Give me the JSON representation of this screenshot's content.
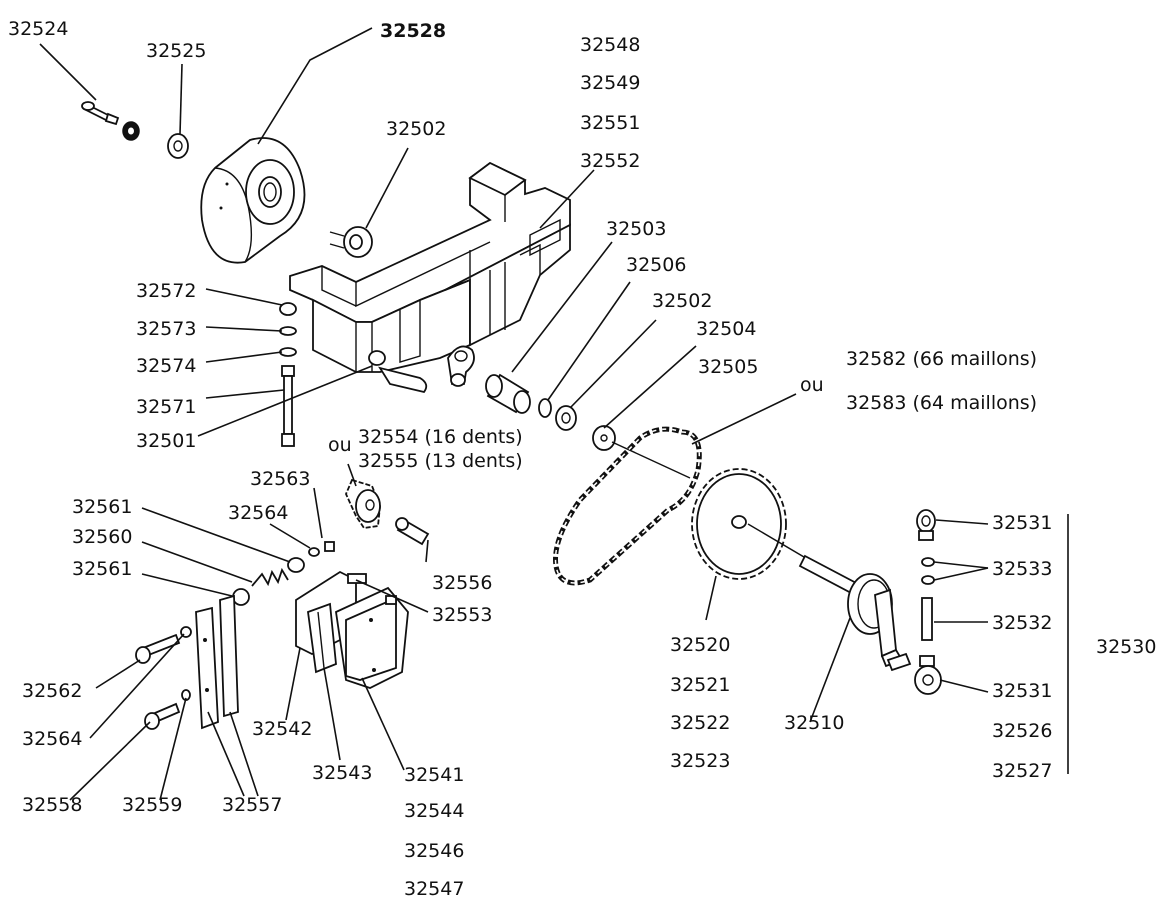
{
  "labels": {
    "l32524": "32524",
    "l32525": "32525",
    "l32528": "32528",
    "l32548": "32548",
    "l32549": "32549",
    "l32551": "32551",
    "l32552": "32552",
    "l32502a": "32502",
    "l32503": "32503",
    "l32506": "32506",
    "l32502b": "32502",
    "l32504": "32504",
    "l32505": "32505",
    "l32572": "32572",
    "l32573": "32573",
    "l32574": "32574",
    "l32571": "32571",
    "l32501": "32501",
    "ou1": "ou",
    "l32554": "32554 (16 dents)",
    "l32555": "32555 (13 dents)",
    "ou2": "ou",
    "l32582": "32582 (66 maillons)",
    "l32583": "32583 (64 maillons)",
    "l32563": "32563",
    "l32564a": "32564",
    "l32561a": "32561",
    "l32560": "32560",
    "l32561b": "32561",
    "l32556": "32556",
    "l32553": "32553",
    "l32562": "32562",
    "l32564b": "32564",
    "l32558": "32558",
    "l32559": "32559",
    "l32557": "32557",
    "l32542": "32542",
    "l32543": "32543",
    "l32541": "32541",
    "l32544": "32544",
    "l32546": "32546",
    "l32547": "32547",
    "l32520": "32520",
    "l32521": "32521",
    "l32522": "32522",
    "l32523": "32523",
    "l32510": "32510",
    "l32531a": "32531",
    "l32533": "32533",
    "l32532": "32532",
    "l32530": "32530",
    "l32531b": "32531",
    "l32526": "32526",
    "l32527": "32527"
  }
}
